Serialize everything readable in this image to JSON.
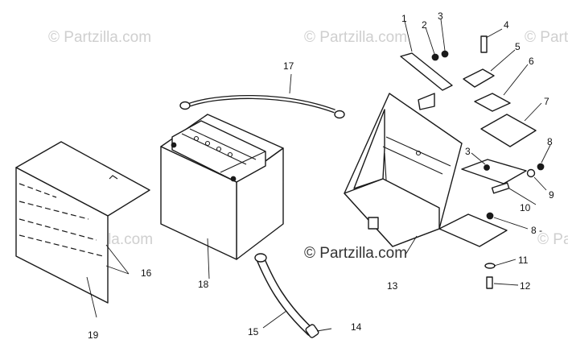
{
  "watermark": {
    "text": "© Partzilla.com",
    "color": "#cfcfcf",
    "center_color": "#333333"
  },
  "callouts": {
    "c1": "1",
    "c2": "2",
    "c3a": "3",
    "c3b": "3",
    "c4": "4",
    "c5": "5",
    "c6": "6",
    "c7": "7",
    "c8a": "8",
    "c8b": "8 -",
    "c9": "9",
    "c10": "10",
    "c11": "11",
    "c12": "12",
    "c13": "13",
    "c14": "14",
    "c15": "15",
    "c16": "16",
    "c17": "17",
    "c18": "18",
    "c19": "19"
  }
}
